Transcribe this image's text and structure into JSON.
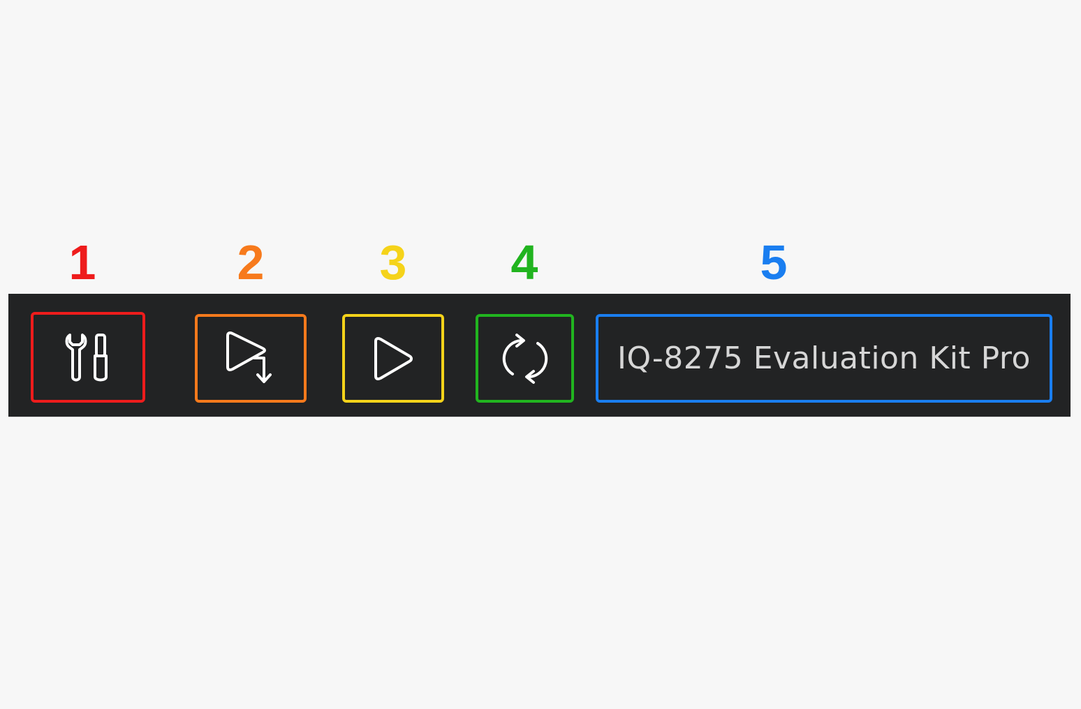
{
  "callouts": {
    "c1": {
      "number": "1",
      "color": "#ee1c1c"
    },
    "c2": {
      "number": "2",
      "color": "#f77a1c"
    },
    "c3": {
      "number": "3",
      "color": "#f5d31a"
    },
    "c4": {
      "number": "4",
      "color": "#21b41f"
    },
    "c5": {
      "number": "5",
      "color": "#1a7ef0"
    }
  },
  "toolbar": {
    "background": "#222324",
    "icon_color": "#ffffff",
    "tools_button": {
      "icon": "wrench-screwdriver-icon"
    },
    "debug_button": {
      "icon": "play-step-into-icon"
    },
    "run_button": {
      "icon": "play-icon"
    },
    "reset_button": {
      "icon": "refresh-icon"
    },
    "target_selector": {
      "label": "IQ-8275 Evaluation Kit Pro"
    }
  }
}
